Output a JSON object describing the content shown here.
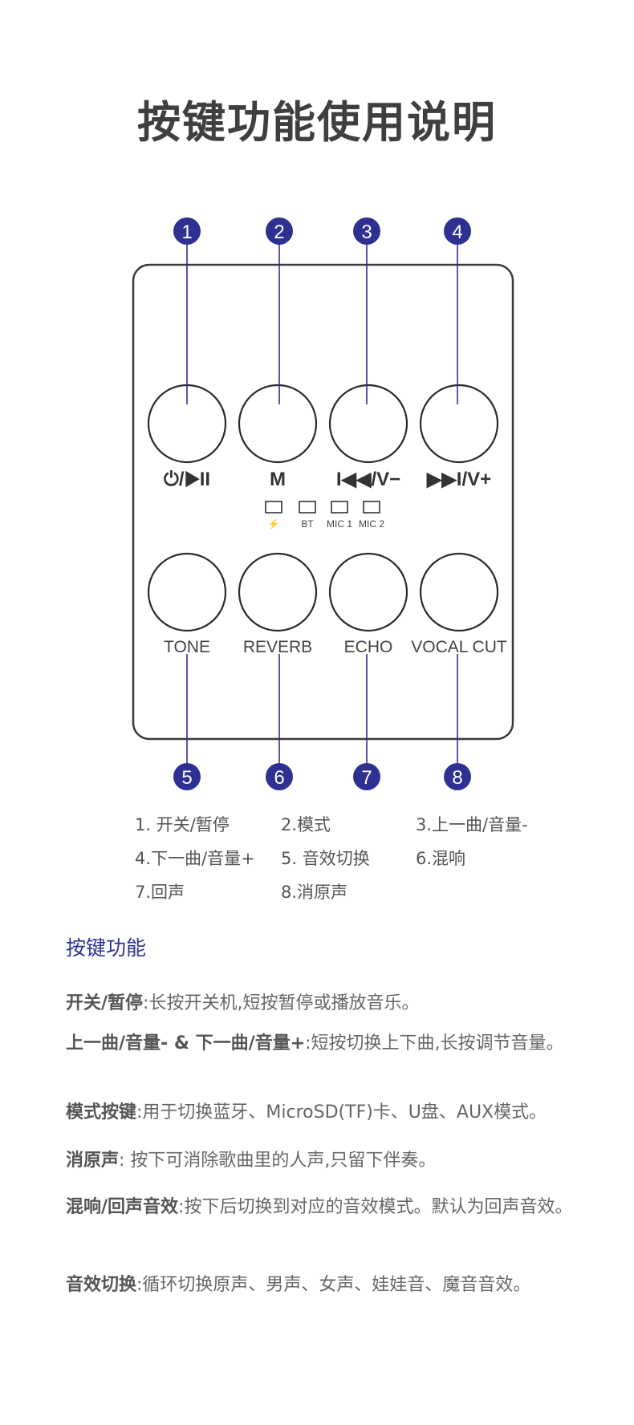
{
  "title": "按键功能使用说明",
  "panel": {
    "top_buttons": [
      {
        "number": "1",
        "label": "⏻/▶II"
      },
      {
        "number": "2",
        "label": "M"
      },
      {
        "number": "3",
        "label": "I◀◀/V−"
      },
      {
        "number": "4",
        "label": "▶▶I/V+"
      }
    ],
    "indicators": [
      "⚡",
      "BT",
      "MIC 1",
      "MIC 2"
    ],
    "bottom_buttons": [
      {
        "number": "5",
        "label": "TONE"
      },
      {
        "number": "6",
        "label": "REVERB"
      },
      {
        "number": "7",
        "label": "ECHO"
      },
      {
        "number": "8",
        "label": "VOCAL CUT"
      }
    ],
    "accent_color": "#2e3192"
  },
  "legend": [
    [
      "1. 开关/暂停",
      "2.模式",
      "3.上一曲/音量-"
    ],
    [
      "4.下一曲/音量+",
      "5. 音效切换",
      "6.混响"
    ],
    [
      "7.回声",
      "8.消原声",
      ""
    ]
  ],
  "section_title": "按键功能",
  "descriptions": [
    {
      "term": "开关/暂停",
      "text": ":长按开关机,短按暂停或播放音乐。"
    },
    {
      "term": "上一曲/音量- & 下一曲/音量+",
      "text": ":短按切换上下曲,长按调节音量。"
    },
    {
      "term": "模式按键",
      "text": ":用于切换蓝牙、MicroSD(TF)卡、U盘、AUX模式。"
    },
    {
      "term": "消原声",
      "text": ": 按下可消除歌曲里的人声,只留下伴奏。"
    },
    {
      "term": "混响/回声音效",
      "text": ":按下后切换到对应的音效模式。默认为回声音效。"
    },
    {
      "term": "音效切换",
      "text": ":循环切换原声、男声、女声、娃娃音、魔音音效。"
    }
  ]
}
